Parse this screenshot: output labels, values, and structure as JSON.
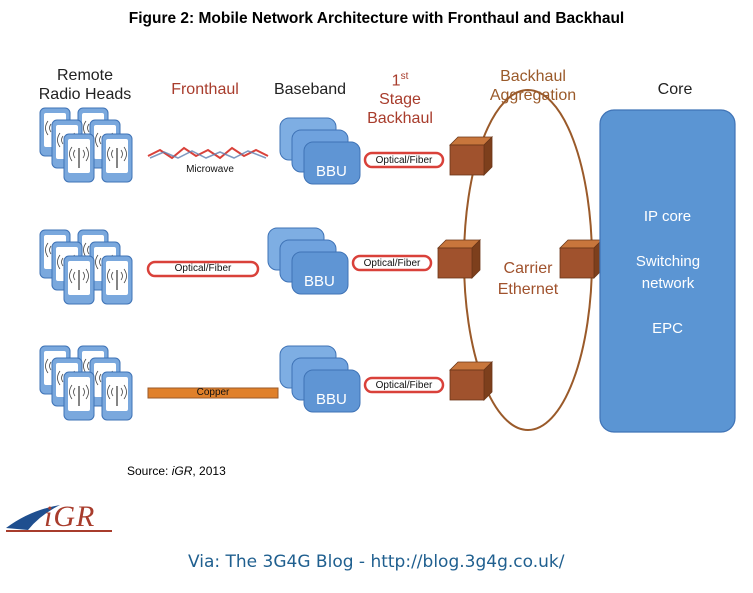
{
  "title": "Figure 2: Mobile Network Architecture with Fronthaul and Backhaul",
  "headers": {
    "rrh": "Remote Radio Heads",
    "fronthaul": "Fronthaul",
    "baseband": "Baseband",
    "stage_backhaul": "1st Stage Backhaul",
    "stage_sup": "st",
    "aggregation": "Backhaul Aggregation",
    "core": "Core"
  },
  "rows": [
    {
      "fronthaul_label": "Microwave",
      "bbu_label": "BBU",
      "backhaul_label": "Optical/Fiber"
    },
    {
      "fronthaul_label": "Optical/Fiber",
      "bbu_label": "BBU",
      "backhaul_label": "Optical/Fiber"
    },
    {
      "fronthaul_label": "Copper",
      "bbu_label": "BBU",
      "backhaul_label": "Optical/Fiber"
    }
  ],
  "carrier": "Carrier Ethernet",
  "core_box": {
    "line1": "IP core",
    "line2": "Switching network",
    "line3": "EPC"
  },
  "source": {
    "prefix": "Source: ",
    "italic": "iGR",
    "suffix": ", 2013"
  },
  "logo": "iGR",
  "via": "Via: The 3G4G Blog - http://blog.3g4g.co.uk/",
  "colors": {
    "device_blue": "#6d9fd8",
    "bbu_blue": "#5f95d4",
    "core_blue": "#5b95d3",
    "cube_brown": "#a0522d",
    "fiber_red": "#d9413a",
    "copper": "#e0802a",
    "ring_brown": "#9a5a2a",
    "header_red": "#a83c2c",
    "via_blue": "#1f5f8f"
  }
}
